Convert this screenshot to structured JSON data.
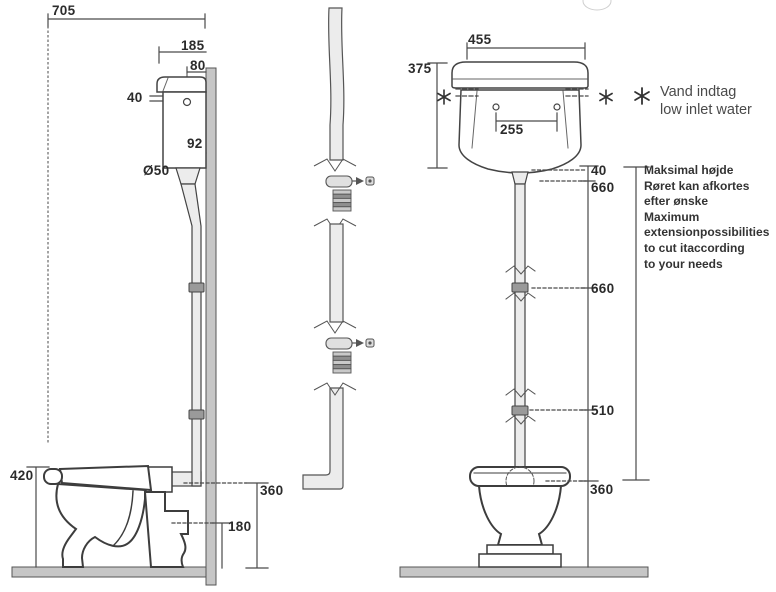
{
  "side_view": {
    "dim_depth": "705",
    "dim_cistern_depth": "185",
    "dim_button_offset": "80",
    "dim_inlet": "40",
    "dim_outlet_offset": "92",
    "dim_pipe_diameter": "Ø50",
    "dim_seat_height": "420",
    "dim_spud_height": "360",
    "dim_outlet_height": "180"
  },
  "front_view": {
    "dim_cistern_width": "455",
    "dim_cistern_height": "375",
    "dim_hole_spacing": "255",
    "dim_pipe_offset": "40",
    "dim_pipe_upper_660": "660",
    "dim_pipe_mid_660": "660",
    "dim_pipe_lower_510": "510",
    "dim_bowl_height": "360"
  },
  "legend": {
    "symbol": "*",
    "line1": "Vand indtag",
    "line2": "low inlet water"
  },
  "note": {
    "lines": [
      "Maksimal højde",
      "Røret kan afkortes",
      "efter ønske",
      "Maximum",
      "extensionpossibilities",
      "to cut itaccording",
      "to your needs"
    ]
  },
  "colors": {
    "line": "#3d3d3d",
    "dim_line": "#4a4a4a",
    "wall_fill": "#c6c6c6",
    "pipe_fill": "#ececec",
    "connector_fill": "#9a9a9a",
    "text": "#2b2b2b"
  }
}
